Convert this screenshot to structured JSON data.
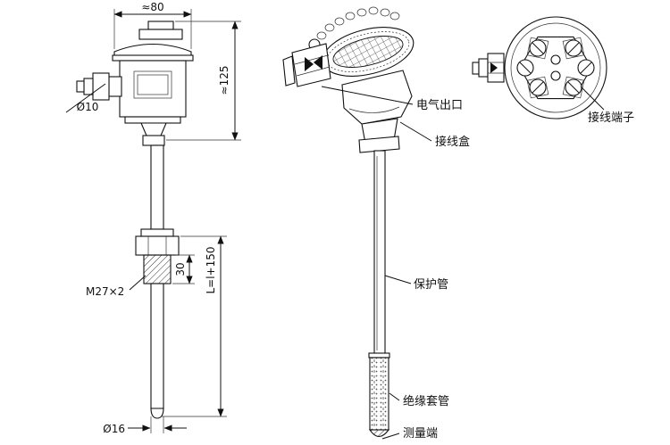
{
  "dims": {
    "top_width": "≈80",
    "head_height": "≈125",
    "entry_dia": "Ø10",
    "thread": "M27×2",
    "thread_len": "30",
    "length": "L=l+150",
    "tip_dia": "Ø16"
  },
  "labels": {
    "electrical_outlet": "电气出口",
    "junction_box": "接线盒",
    "protection_tube": "保护管",
    "insulation_sleeve": "绝缘套管",
    "measuring_end": "测量端",
    "terminal": "接线端子"
  }
}
